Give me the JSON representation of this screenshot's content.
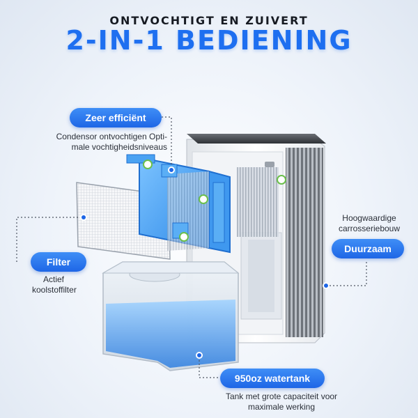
{
  "header": {
    "subtitle": "ONTVOCHTIGT EN ZUIVERT",
    "title": "2-IN-1 BEDIENING"
  },
  "features": {
    "efficient": {
      "label": "Zeer efficiënt",
      "desc_line1": "Condensor ontvochtigen Opti-",
      "desc_line2": "male vochtigheidsniveaus"
    },
    "filter": {
      "label": "Filter",
      "desc_line1": "Actief",
      "desc_line2": "koolstoffilter"
    },
    "durable": {
      "label": "Duurzaam",
      "desc_line1": "Hoogwaardige",
      "desc_line2": "carrosseriebouw"
    },
    "tank": {
      "label": "950oz watertank",
      "desc_line1": "Tank met grote capaciteit voor",
      "desc_line2": "maximale werking"
    }
  },
  "colors": {
    "accent": "#1e6ff0",
    "pill": "#2b78ec",
    "text": "#161a22"
  },
  "icons": {
    "leaf": "leaf-icon"
  }
}
